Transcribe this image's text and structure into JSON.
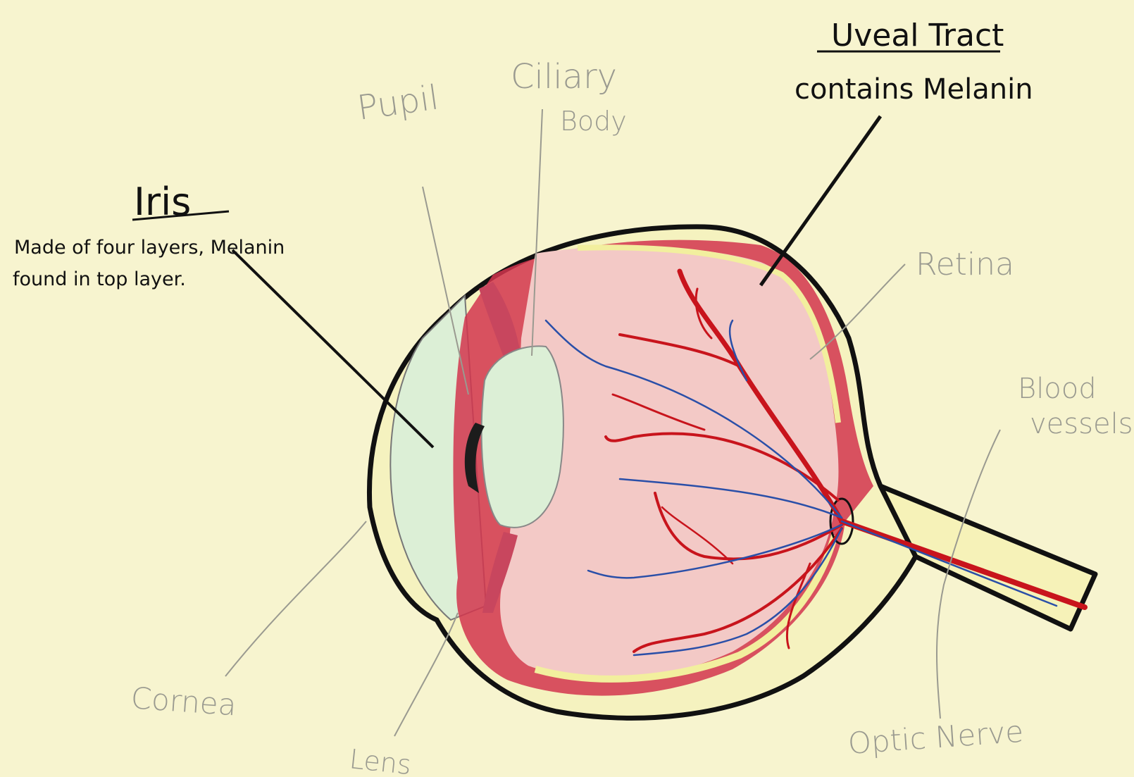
{
  "labels": {
    "uveal_title": "Uveal Tract",
    "uveal_note": "contains Melanin",
    "iris_title": "Iris",
    "iris_note_line1": "Made of four layers, Melanin",
    "iris_note_line2": "found in top layer.",
    "pupil": "Pupil",
    "ciliary_line1": "Ciliary",
    "ciliary_line2": "Body",
    "retina": "Retina",
    "blood_line1": "Blood",
    "blood_line2": "vessels",
    "cornea": "Cornea",
    "lens": "Lens",
    "optic_nerve": "Optic Nerve"
  },
  "colors": {
    "paper": "#f7f4cf",
    "outline": "#111111",
    "pencil": "#9a9a90",
    "choroid": "#d2354e",
    "retina_fill": "#f3c9c6",
    "vitreous_edge": "#f2ef9e",
    "aqueous": "#d9f0d6",
    "artery": "#c8141c",
    "vein": "#2a4fa8"
  }
}
